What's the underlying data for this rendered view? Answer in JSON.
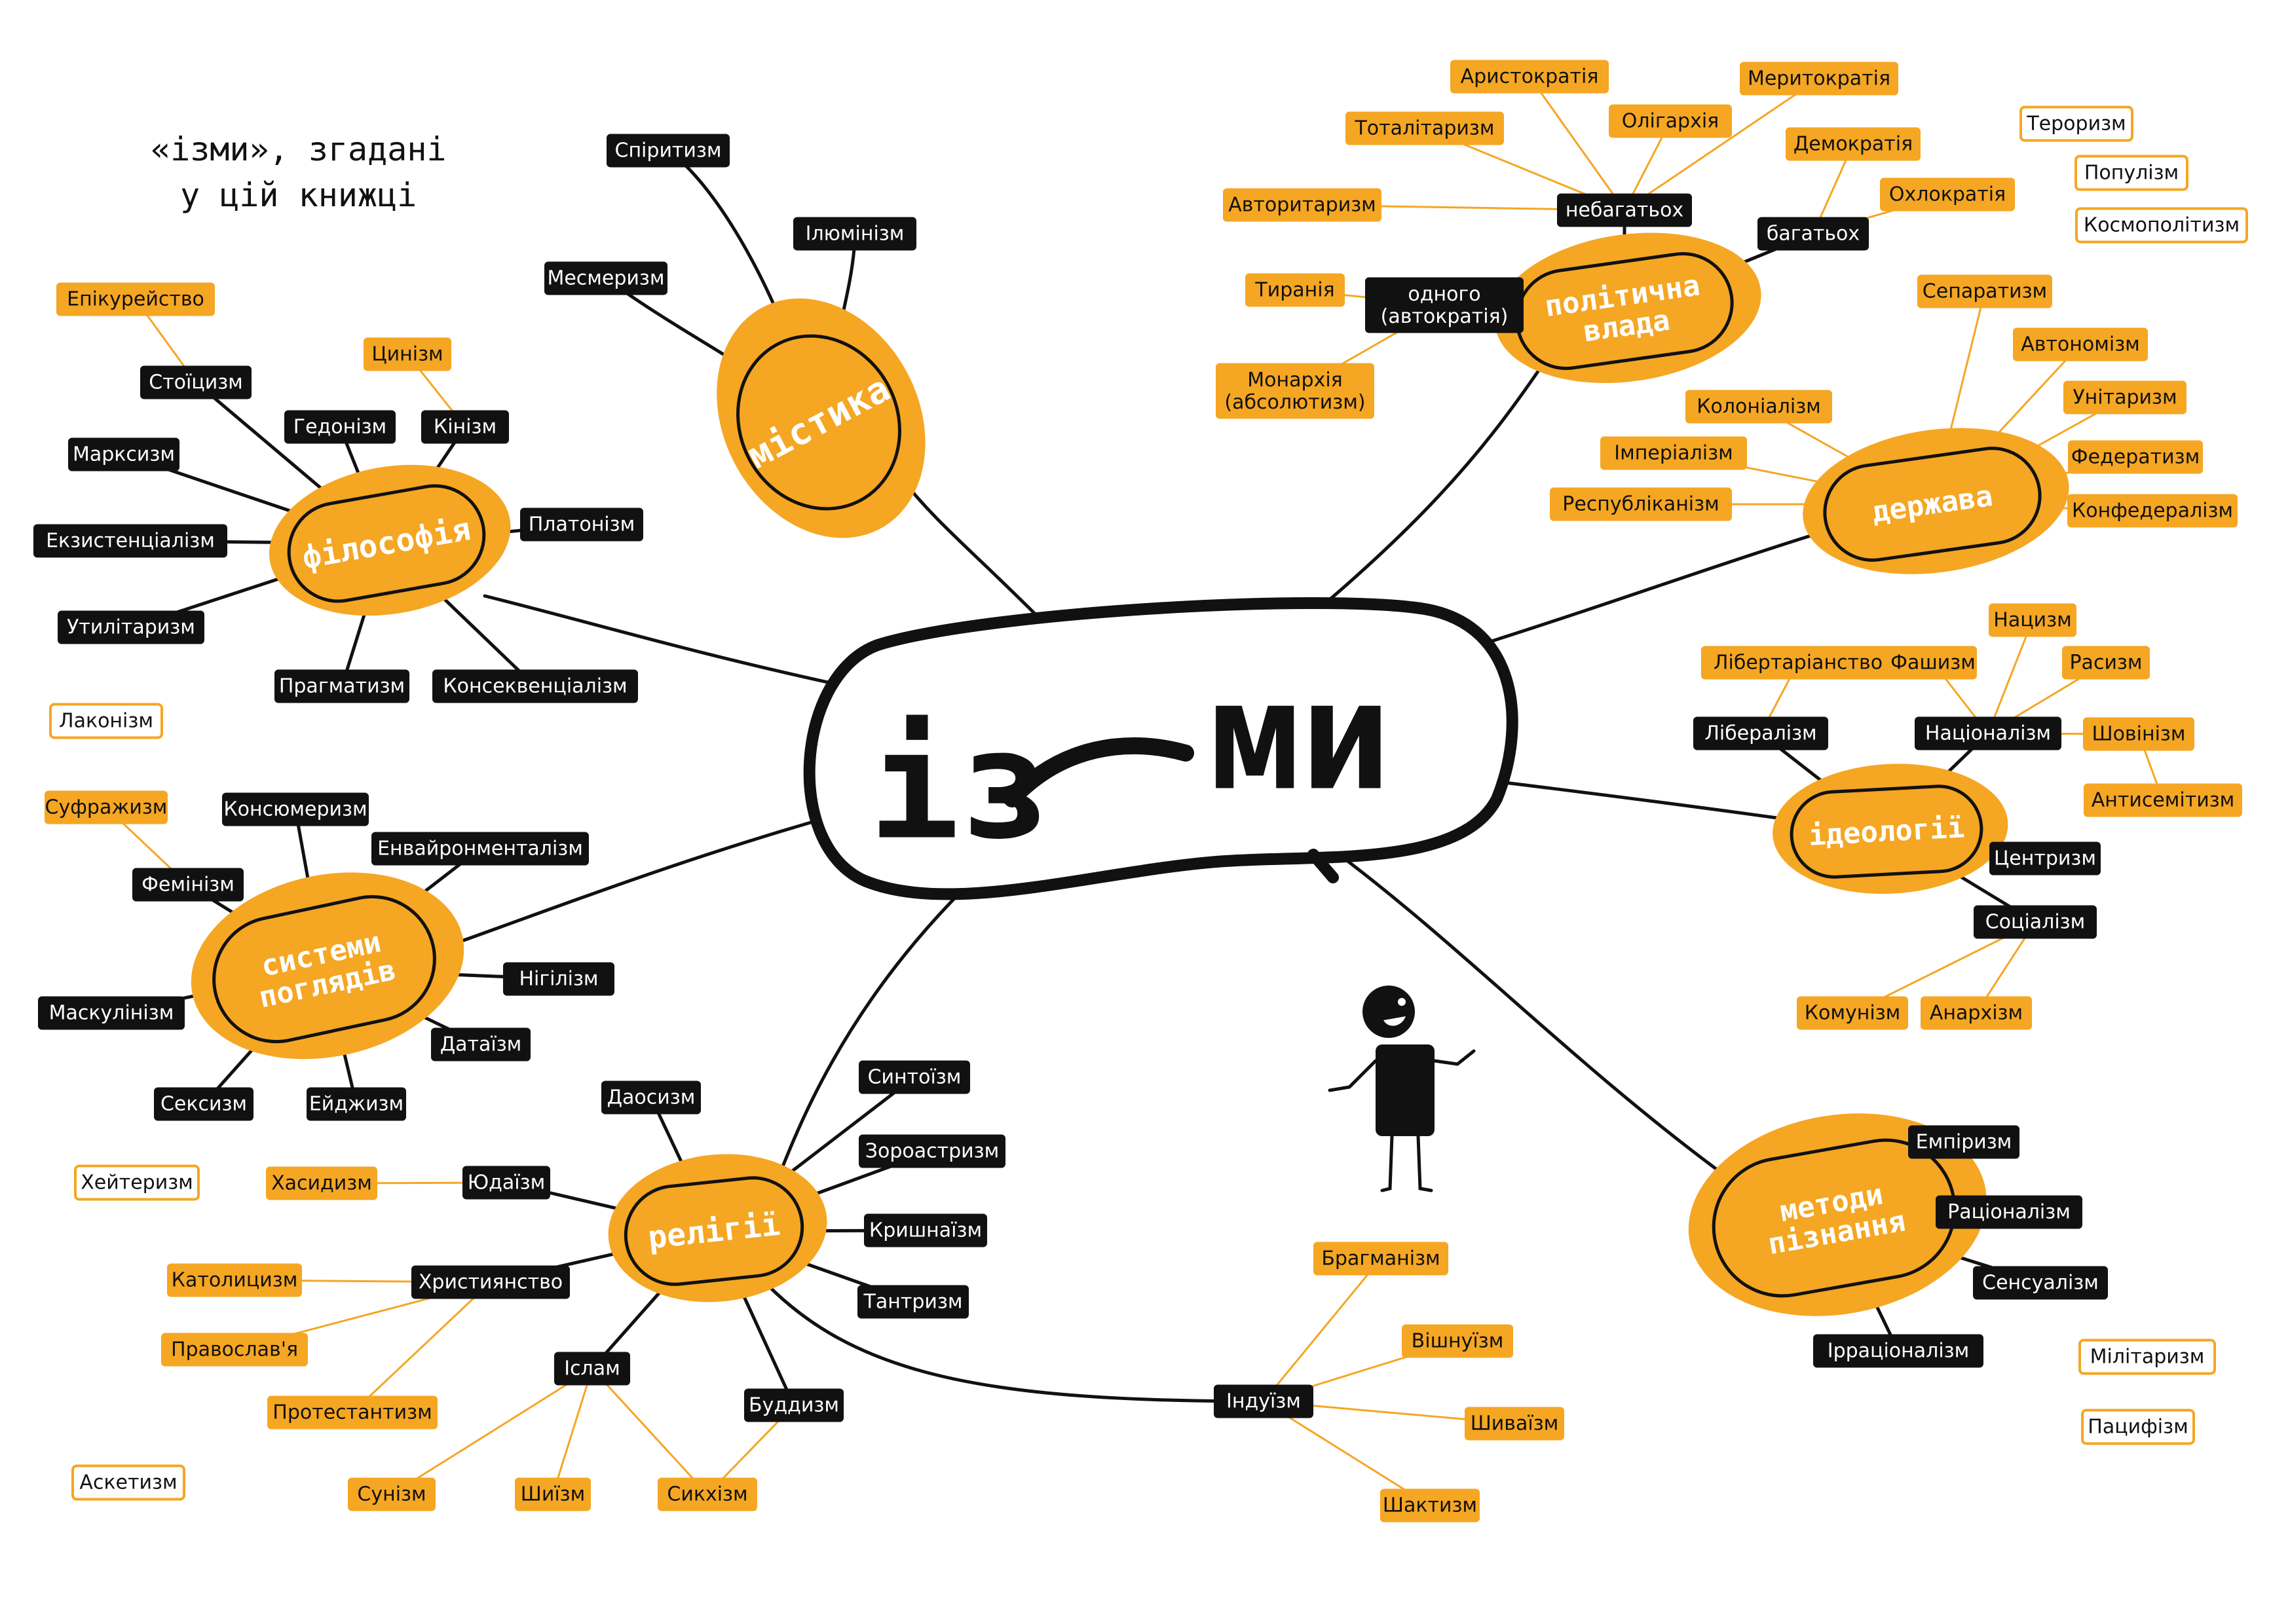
{
  "title": [
    "«ізми», згадані",
    "у цій книжці"
  ],
  "center": {
    "left": "із",
    "right": "ми"
  },
  "colors": {
    "accent": "#f5a623",
    "black": "#111111",
    "white": "#ffffff"
  },
  "hubs": [
    {
      "id": "mistyka",
      "text": [
        "містика"
      ]
    },
    {
      "id": "filosofiya",
      "text": [
        "філософія"
      ]
    },
    {
      "id": "systemy",
      "text": [
        "системи",
        "поглядів"
      ]
    },
    {
      "id": "religii",
      "text": [
        "релігії"
      ]
    },
    {
      "id": "polityka",
      "text": [
        "політична",
        "влада"
      ]
    },
    {
      "id": "derzhava",
      "text": [
        "держава"
      ]
    },
    {
      "id": "ideologii",
      "text": [
        "ідеології"
      ]
    },
    {
      "id": "metody",
      "text": [
        "методи",
        "пізнання"
      ]
    }
  ],
  "nodes": [
    {
      "text": "Спіритизм",
      "style": "black"
    },
    {
      "text": "Ілюмінізм",
      "style": "black"
    },
    {
      "text": "Месмеризм",
      "style": "black"
    },
    {
      "text": "Епікурейство",
      "style": "orange"
    },
    {
      "text": "Цинізм",
      "style": "orange"
    },
    {
      "text": "Стоїцизм",
      "style": "black"
    },
    {
      "text": "Гедонізм",
      "style": "black"
    },
    {
      "text": "Кінізм",
      "style": "black"
    },
    {
      "text": "Марксизм",
      "style": "black"
    },
    {
      "text": "Платонізм",
      "style": "black"
    },
    {
      "text": "Екзистенціалізм",
      "style": "black"
    },
    {
      "text": "Утилітаризм",
      "style": "black"
    },
    {
      "text": "Прагматизм",
      "style": "black"
    },
    {
      "text": "Консеквенціалізм",
      "style": "black"
    },
    {
      "text": "Лаконізм",
      "style": "outline"
    },
    {
      "text": "Суфражизм",
      "style": "orange"
    },
    {
      "text": "Консюмеризм",
      "style": "black"
    },
    {
      "text": "Енвайронменталізм",
      "style": "black"
    },
    {
      "text": "Фемінізм",
      "style": "black"
    },
    {
      "text": "Нігілізм",
      "style": "black"
    },
    {
      "text": "Маскулінізм",
      "style": "black"
    },
    {
      "text": "Датаїзм",
      "style": "black"
    },
    {
      "text": "Сексизм",
      "style": "black"
    },
    {
      "text": "Ейджизм",
      "style": "black"
    },
    {
      "text": "Хейтеризм",
      "style": "outline"
    },
    {
      "text": "Даосизм",
      "style": "black"
    },
    {
      "text": "Синтоїзм",
      "style": "black"
    },
    {
      "text": "Зороастризм",
      "style": "black"
    },
    {
      "text": "Хасидизм",
      "style": "orange"
    },
    {
      "text": "Юдаїзм",
      "style": "black"
    },
    {
      "text": "Кришнаїзм",
      "style": "black"
    },
    {
      "text": "Католицизм",
      "style": "orange"
    },
    {
      "text": "Християнство",
      "style": "black"
    },
    {
      "text": "Тантризм",
      "style": "black"
    },
    {
      "text": "Православ'я",
      "style": "orange"
    },
    {
      "text": "Іслам",
      "style": "black"
    },
    {
      "text": "Протестантизм",
      "style": "orange"
    },
    {
      "text": "Буддизм",
      "style": "black"
    },
    {
      "text": "Сунізм",
      "style": "orange"
    },
    {
      "text": "Шиїзм",
      "style": "orange"
    },
    {
      "text": "Сикхізм",
      "style": "orange"
    },
    {
      "text": "Аскетизм",
      "style": "outline"
    },
    {
      "text": "Індуїзм",
      "style": "black"
    },
    {
      "text": "Брагманізм",
      "style": "orange"
    },
    {
      "text": "Вішнуїзм",
      "style": "orange"
    },
    {
      "text": "Шиваїзм",
      "style": "orange"
    },
    {
      "text": "Шактизм",
      "style": "orange"
    },
    {
      "text": "Аристократія",
      "style": "orange"
    },
    {
      "text": "Меритократія",
      "style": "orange"
    },
    {
      "text": "Тоталітаризм",
      "style": "orange"
    },
    {
      "text": "Олігархія",
      "style": "orange"
    },
    {
      "text": "Тероризм",
      "style": "outline"
    },
    {
      "text": "Демократія",
      "style": "orange"
    },
    {
      "text": "Популізм",
      "style": "outline"
    },
    {
      "text": "Авторитаризм",
      "style": "orange"
    },
    {
      "text": "небагатьох",
      "style": "black"
    },
    {
      "text": "Охлократія",
      "style": "orange"
    },
    {
      "text": "Космополітизм",
      "style": "outline"
    },
    {
      "text": "багатьох",
      "style": "black"
    },
    {
      "text": "Тиранія",
      "style": "orange"
    },
    {
      "text": "одного\n(автократія)",
      "style": "black"
    },
    {
      "text": "Сепаратизм",
      "style": "orange"
    },
    {
      "text": "Монархія\n(абсолютизм)",
      "style": "orange"
    },
    {
      "text": "Автономізм",
      "style": "orange"
    },
    {
      "text": "Унітаризм",
      "style": "orange"
    },
    {
      "text": "Колоніалізм",
      "style": "orange"
    },
    {
      "text": "Імперіалізм",
      "style": "orange"
    },
    {
      "text": "Федератизм",
      "style": "orange"
    },
    {
      "text": "Республіканізм",
      "style": "orange"
    },
    {
      "text": "Конфедералізм",
      "style": "orange"
    },
    {
      "text": "Нацизм",
      "style": "orange"
    },
    {
      "text": "Лібертаріанство",
      "style": "orange"
    },
    {
      "text": "Фашизм",
      "style": "orange"
    },
    {
      "text": "Расизм",
      "style": "orange"
    },
    {
      "text": "Лібералізм",
      "style": "black"
    },
    {
      "text": "Націоналізм",
      "style": "black"
    },
    {
      "text": "Шовінізм",
      "style": "orange"
    },
    {
      "text": "Антисемітизм",
      "style": "orange"
    },
    {
      "text": "Центризм",
      "style": "black"
    },
    {
      "text": "Соціалізм",
      "style": "black"
    },
    {
      "text": "Комунізм",
      "style": "orange"
    },
    {
      "text": "Анархізм",
      "style": "orange"
    },
    {
      "text": "Емпіризм",
      "style": "black"
    },
    {
      "text": "Раціоналізм",
      "style": "black"
    },
    {
      "text": "Сенсуалізм",
      "style": "black"
    },
    {
      "text": "Ірраціоналізм",
      "style": "black"
    },
    {
      "text": "Мілітаризм",
      "style": "outline"
    },
    {
      "text": "Пацифізм",
      "style": "outline"
    }
  ]
}
